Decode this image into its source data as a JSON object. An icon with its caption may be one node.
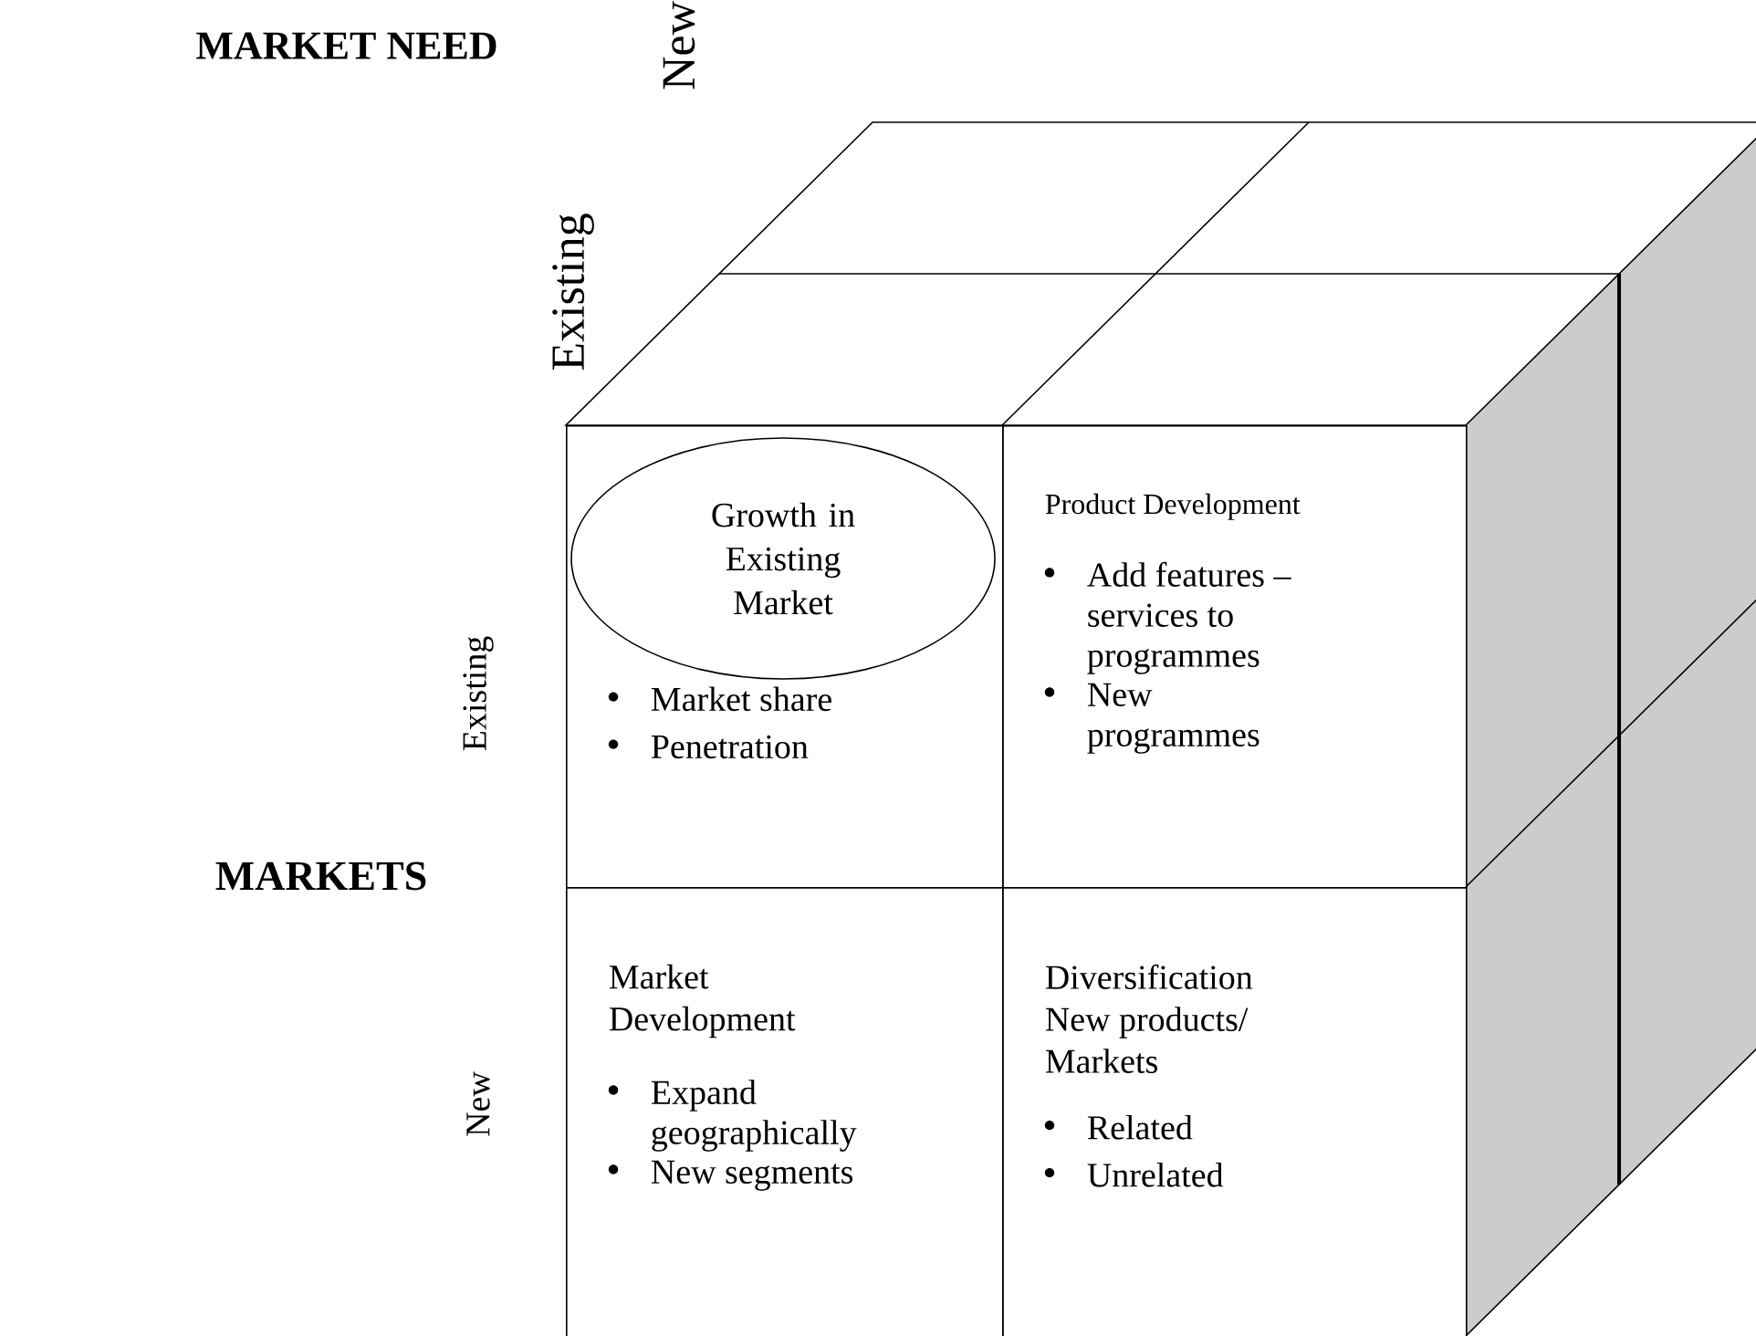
{
  "diagram": {
    "nodes": [
      {
        "text": [
          "Market share",
          "Penetration"
        ]
      },
      {
        "text": [
          "Growth in Existing Market"
        ],
        "in": 0
      },
      {
        "text": [
          "Product Development",
          "Add features – services to programmes",
          "New programmes"
        ]
      },
      {
        "text": [
          "Market Development",
          "Expand geographically",
          "New segments"
        ]
      },
      {
        "text": [
          "Diversification New products/ Markets",
          "Related",
          "Unrelated"
        ]
      }
    ],
    "labels": [
      "MARKET NEED",
      "New",
      "Existing",
      "Existing",
      "MARKETS",
      "New"
    ]
  }
}
